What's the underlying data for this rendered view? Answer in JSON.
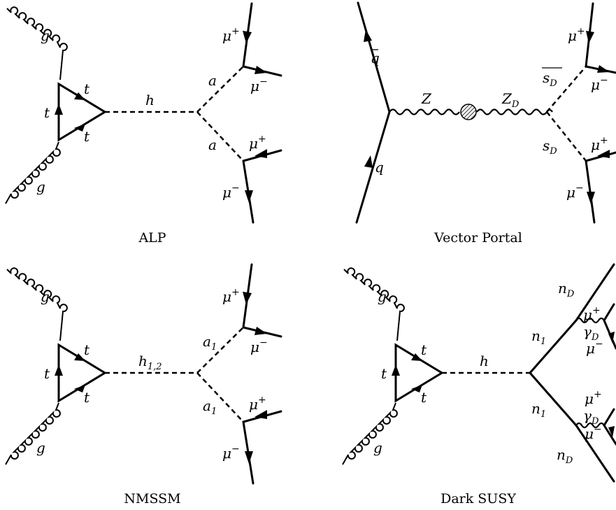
{
  "panels": {
    "alp": {
      "caption": "ALP",
      "gluon_top": "g",
      "gluon_bottom": "g",
      "top_top": "t",
      "top_side": "t",
      "top_bottom": "t",
      "mediator": "h",
      "boson_up": "a",
      "boson_down": "a",
      "mu_plus_up": "μ",
      "mu_plus_up_sup": "+",
      "mu_minus_up": "μ",
      "mu_minus_up_sup": "−",
      "mu_plus_down": "μ",
      "mu_plus_down_sup": "+",
      "mu_minus_down": "μ",
      "mu_minus_down_sup": "−"
    },
    "vector": {
      "caption": "Vector Portal",
      "quark_bar": "q",
      "quark": "q",
      "z": "Z",
      "zd": "Z",
      "zd_sub": "D",
      "sd_bar": "s",
      "sd_bar_sub": "D",
      "sd": "s",
      "sd_sub": "D",
      "mu_plus_up": "μ",
      "mu_plus_up_sup": "+",
      "mu_minus_up": "μ",
      "mu_minus_up_sup": "−",
      "mu_plus_down": "μ",
      "mu_plus_down_sup": "+",
      "mu_minus_down": "μ",
      "mu_minus_down_sup": "−"
    },
    "nmssm": {
      "caption": "NMSSM",
      "gluon_top": "g",
      "gluon_bottom": "g",
      "top_top": "t",
      "top_side": "t",
      "top_bottom": "t",
      "mediator": "h",
      "mediator_sub": "1,2",
      "boson_up": "a",
      "boson_up_sub": "1",
      "boson_down": "a",
      "boson_down_sub": "1",
      "mu_plus_up": "μ",
      "mu_plus_up_sup": "+",
      "mu_minus_up": "μ",
      "mu_minus_up_sup": "−",
      "mu_plus_down": "μ",
      "mu_plus_down_sup": "+",
      "mu_minus_down": "μ",
      "mu_minus_down_sup": "−"
    },
    "darksusy": {
      "caption": "Dark SUSY",
      "gluon_top": "g",
      "gluon_bottom": "g",
      "top_top": "t",
      "top_side": "t",
      "top_bottom": "t",
      "mediator": "h",
      "n1_up": "n",
      "n1_up_sub": "1",
      "n1_down": "n",
      "n1_down_sub": "1",
      "nd_up": "n",
      "nd_up_sub": "D",
      "nd_down": "n",
      "nd_down_sub": "D",
      "gd_up": "γ",
      "gd_up_sub": "D",
      "gd_down": "γ",
      "gd_down_sub": "D",
      "mu_plus_up": "μ",
      "mu_plus_up_sup": "+",
      "mu_minus_up": "μ",
      "mu_minus_up_sup": "−",
      "mu_plus_down": "μ",
      "mu_plus_down_sup": "+",
      "mu_minus_down": "μ",
      "mu_minus_down_sup": "−"
    }
  }
}
